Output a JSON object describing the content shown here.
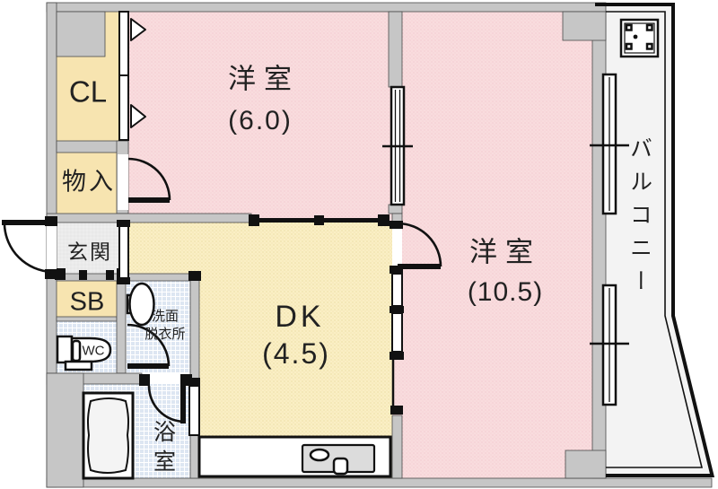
{
  "title": "2DK apartment floor plan",
  "colors": {
    "wall": "#c6c6c6",
    "pink": "#f9dcde",
    "yellow": "#faefc4",
    "cream": "#f7e4b0",
    "blue": "#dde6f2",
    "genkan": "#ebebeb",
    "balcony": "#f3f3f3",
    "line": "#111111",
    "text": "#222222"
  },
  "labels": {
    "closet": "CL",
    "storage": "物入",
    "entrance": "玄関",
    "shoe_box": "SB",
    "toilet": "WC",
    "washroom_line1": "洗面",
    "washroom_line2": "脱衣所",
    "bathroom": "浴室",
    "dining_kitchen": "DK",
    "dining_kitchen_size": "(4.5)",
    "bedroom_small": "洋室",
    "bedroom_small_size": "(6.0)",
    "bedroom_large": "洋室",
    "bedroom_large_size": "(10.5)",
    "balcony": "バルコニー"
  }
}
